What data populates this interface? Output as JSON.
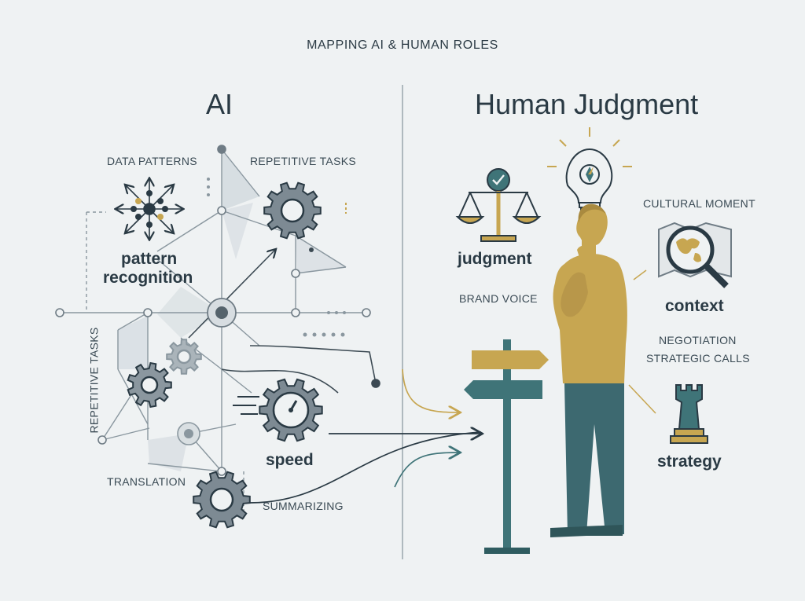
{
  "title": "MAPPING AI & HUMAN ROLES",
  "ai": {
    "heading": "AI",
    "labels": {
      "data_patterns": "DATA PATTERNS",
      "repetitive_tasks_top": "REPETITIVE TASKS",
      "pattern_line1": "pattern",
      "pattern_line2": "recognition",
      "repetitive_tasks_side": "REPETITIVE TASKS",
      "speed": "speed",
      "translation": "TRANSLATION",
      "summarizing": "SUMMARIZING"
    }
  },
  "human": {
    "heading": "Human Judgment",
    "labels": {
      "judgment": "judgment",
      "brand_voice": "BRAND VOICE",
      "cultural_moment": "CULTURAL MOMENT",
      "context": "context",
      "negotiation": "NEGOTIATION",
      "strategic_calls": "STRATEGIC CALLS",
      "strategy": "strategy"
    }
  },
  "colors": {
    "background": "#eff2f3",
    "ink": "#2a3a44",
    "gear": "#7d8a93",
    "network": "#8a979f",
    "teal": "#3f7478",
    "gold": "#c7a651",
    "person_pants": "#3d6970"
  },
  "icons": [
    "network-nodes-icon",
    "gear-icon",
    "speedometer-gear-icon",
    "scales-icon",
    "lightbulb-compass-icon",
    "magnifier-map-icon",
    "chess-rook-icon",
    "signpost-icon",
    "thinking-person-icon"
  ]
}
